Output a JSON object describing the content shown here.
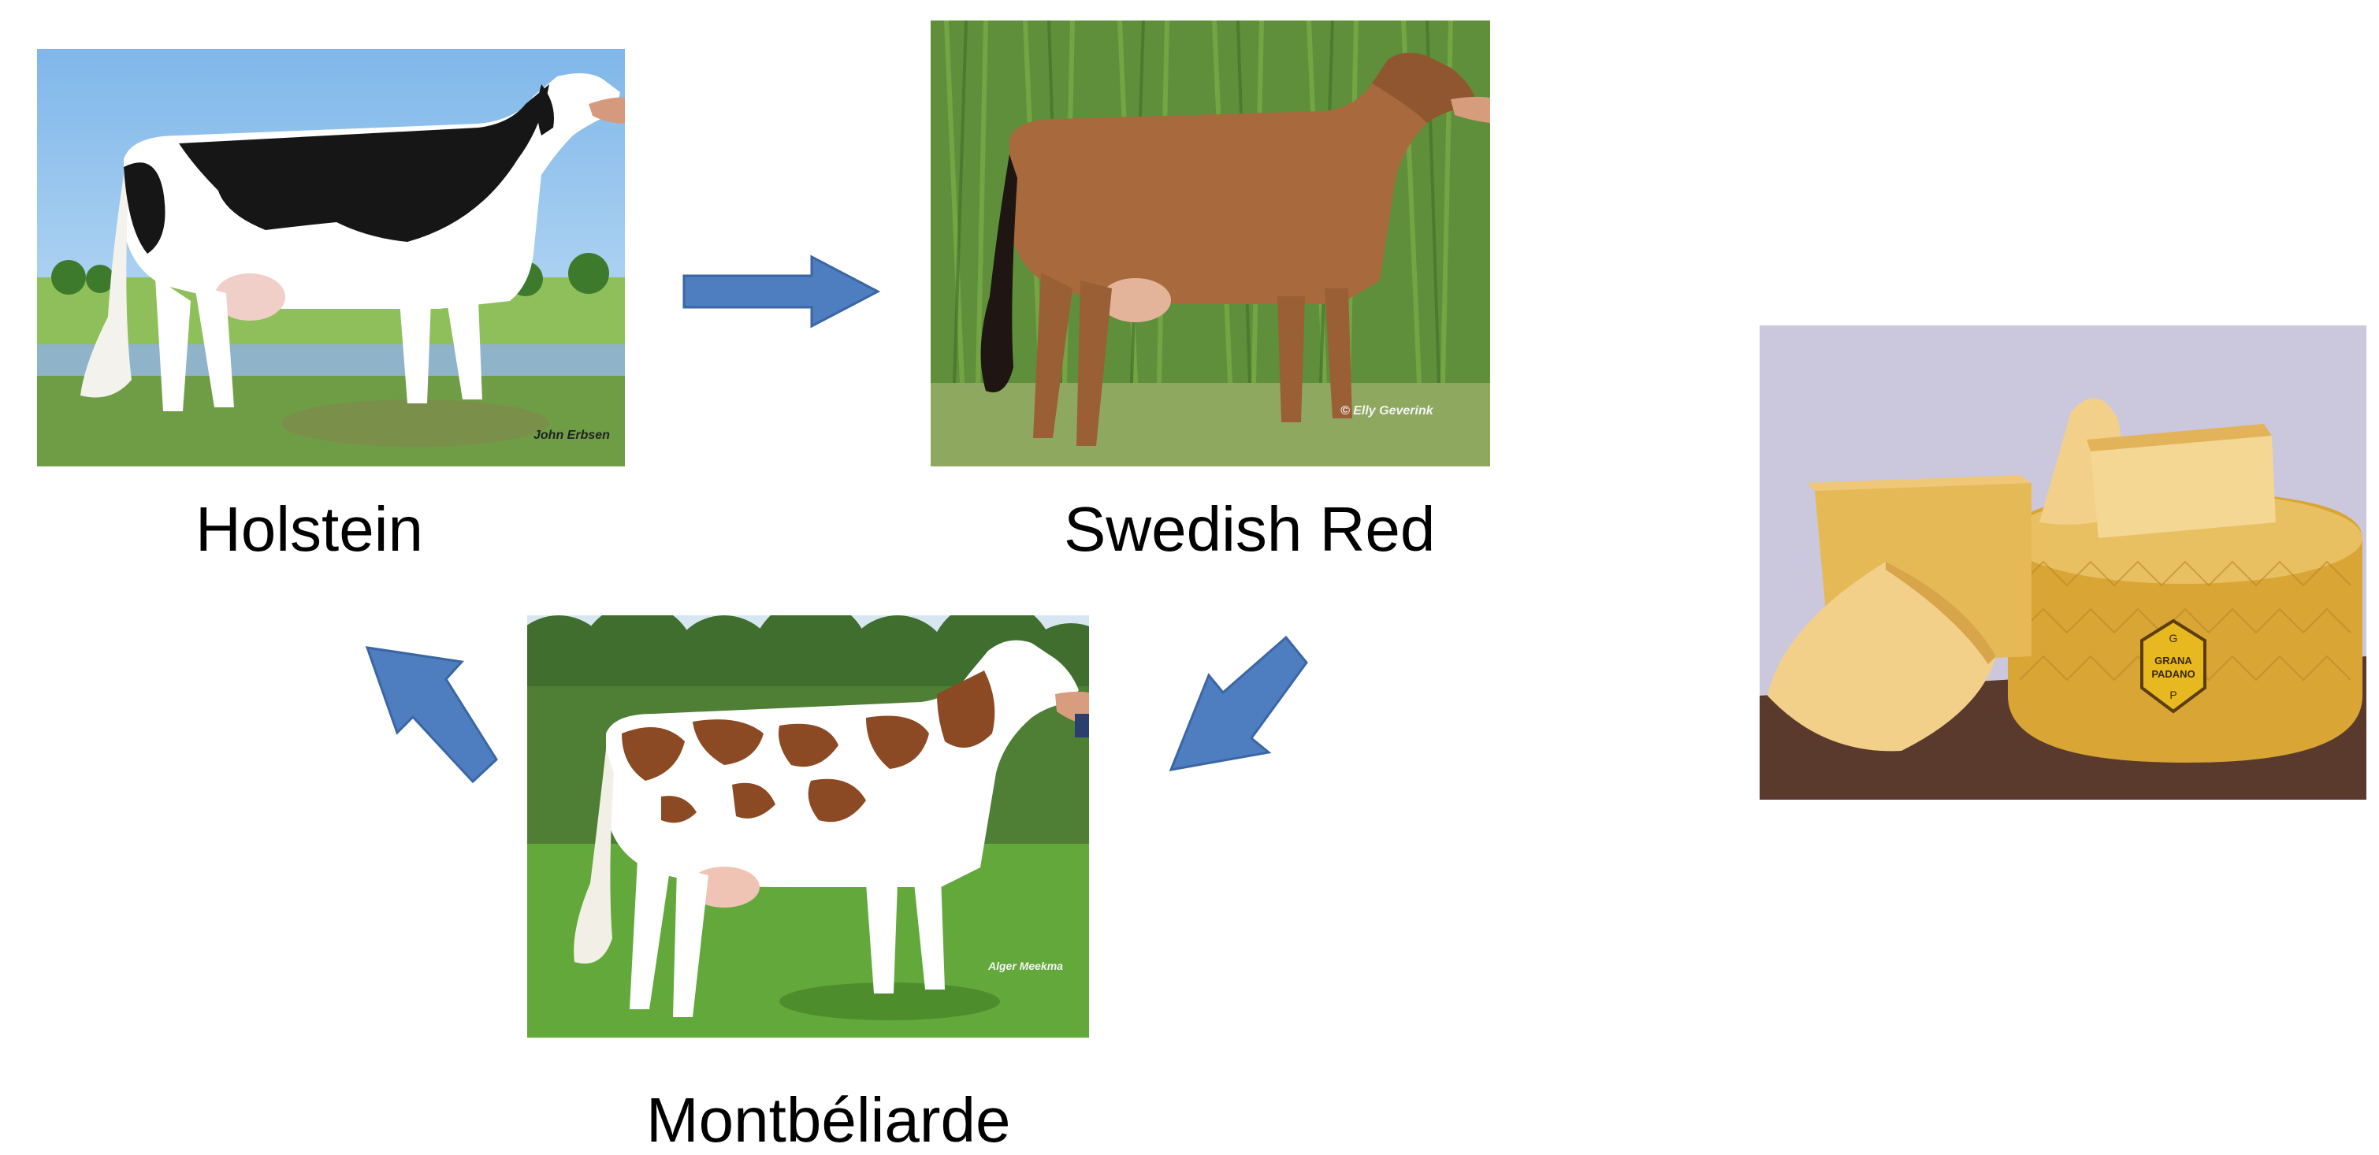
{
  "diagram": {
    "breeds": [
      {
        "name": "Holstein",
        "photo_credit": "John Erbsen"
      },
      {
        "name": "Swedish Red",
        "photo_credit": "© Elly Geverink"
      },
      {
        "name": "Montbéliarde",
        "photo_credit": "Alger Meekma"
      }
    ],
    "cycle": [
      "Holstein",
      "Swedish Red",
      "Montbéliarde",
      "Holstein"
    ]
  },
  "cheese": {
    "logo_text": [
      "G",
      "GRANA",
      "PADANO",
      "P"
    ]
  },
  "icons": {
    "arrow": "block-arrow-icon"
  },
  "colors": {
    "arrow_fill": "#4F7EC0",
    "arrow_stroke": "#3A66A5",
    "holstein_black": "#161616",
    "swedish_red_coat": "#A86A3C",
    "montbeliarde_spots": "#8B4A24",
    "grass": "#6A9A3A",
    "sky": "#9CC8EE",
    "cheese_rind": "#D9A535",
    "cheese_backdrop": "#CBC8DE"
  }
}
